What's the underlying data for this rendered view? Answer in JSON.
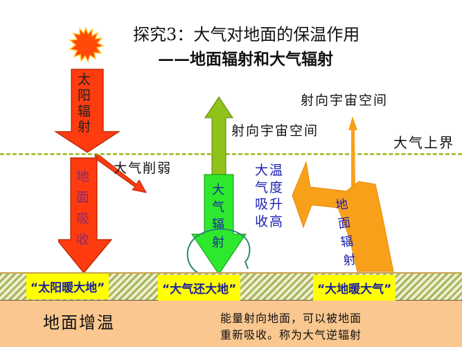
{
  "title": {
    "main": "探究3：大气对地面的保温作用",
    "sub": "——地面辐射和大气辐射"
  },
  "boundary": {
    "label": "大气上界"
  },
  "solar": {
    "sun_icon": "sun-icon",
    "arrow_label": [
      "太",
      "阳",
      "辐",
      "射"
    ],
    "weakening_label": "大气削弱",
    "absorb_label": [
      "地",
      "面",
      "吸",
      "收"
    ],
    "color": "#ff3b10"
  },
  "atmosphere": {
    "up_label": "射向宇宙空间",
    "down_label": [
      "大",
      "气",
      "辐",
      "射"
    ],
    "absorb_col1": [
      "大",
      "气",
      "吸",
      "收"
    ],
    "absorb_col2": [
      "温",
      "度",
      "升",
      "高"
    ],
    "up_color": "#8fc21a",
    "down_color": "#2ee82e"
  },
  "ground_radiation": {
    "up_label": "射向宇宙空间",
    "label": [
      "地",
      "面",
      "辐",
      "射"
    ],
    "color": "#f9a01b"
  },
  "ground": {
    "quotes": [
      "“太阳暖大地”",
      "“大气还大地”",
      "“大地暖大气”"
    ],
    "label": "地面增温",
    "note_line1": "能量射向地面，可以被地面",
    "note_line2": "重新吸收。称为大气逆辐射",
    "color": "#f9c78f"
  }
}
